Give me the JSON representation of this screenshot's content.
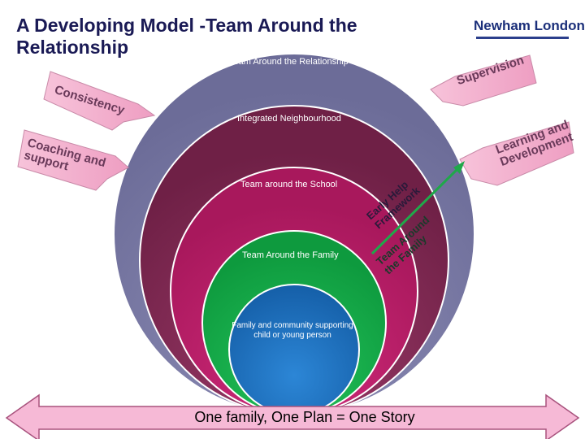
{
  "title": "A Developing Model -Team Around the Relationship",
  "logo": "Newham London",
  "rings": {
    "outer": "Team Around the Relationship",
    "neighbourhood": "Integrated Neighbourhood",
    "school": "Team around the School",
    "family": "Team Around the Family",
    "inner": "Family and community supporting child or young person"
  },
  "arrows": {
    "consistency": "Consistency",
    "coaching": "Coaching and support",
    "supervision": "Supervision",
    "learning": "Learning and Development"
  },
  "frameworks": {
    "early_help": "Early Help Framework",
    "team_around_family": "Team Around the Family"
  },
  "bottom": "One family, One Plan = One Story",
  "colors": {
    "outer_ring": "#7b7ba6",
    "neighbourhood_ring": "#88305a",
    "school_ring": "#b81f6a",
    "family_ring": "#12b04a",
    "inner_circle": "#1e6ebb",
    "side_arrows": "#f2a8c8",
    "bottom_arrow": "#f6b9d6",
    "title": "#1a1a55"
  }
}
